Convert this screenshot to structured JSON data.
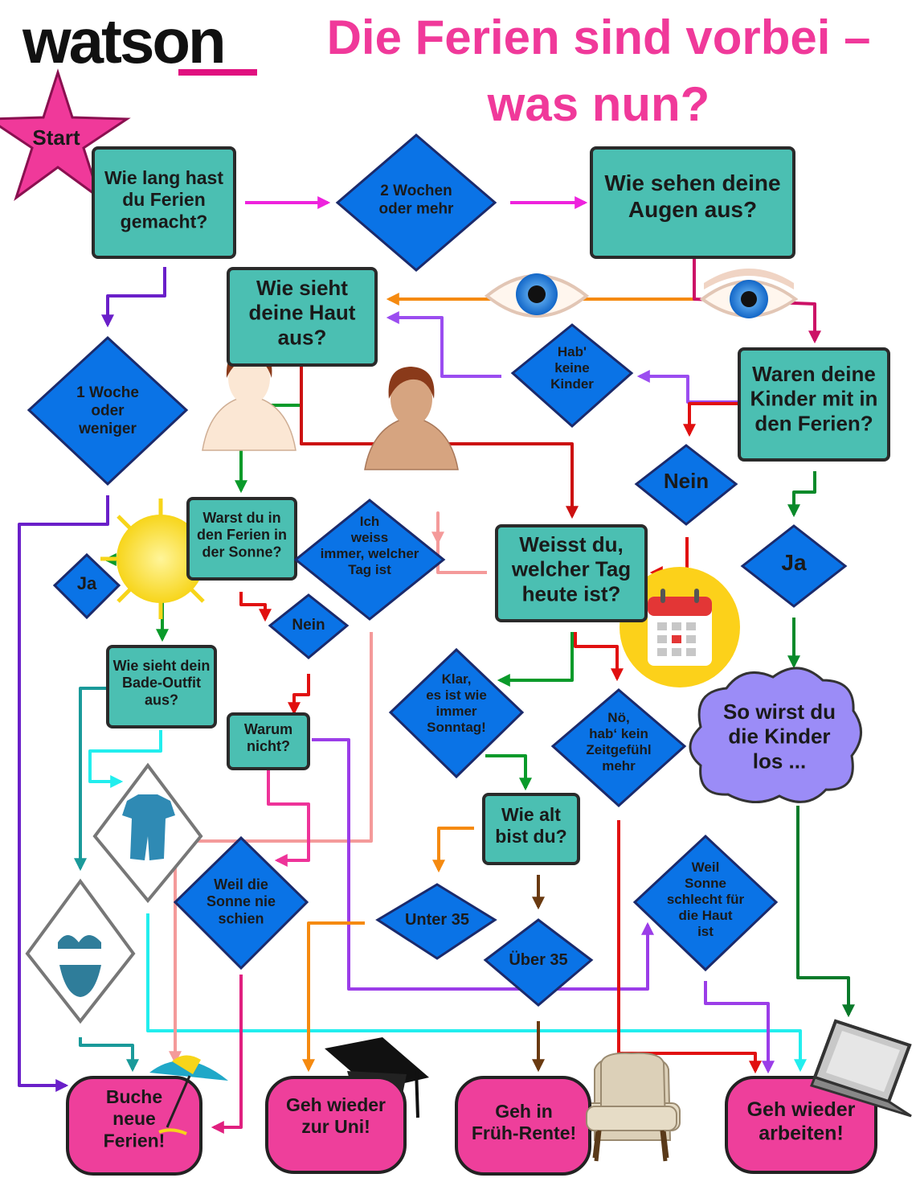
{
  "brand": "watson",
  "title_line1": "Die Ferien sind vorbei –",
  "title_line2": "was nun?",
  "start": "Start",
  "nodes": {
    "q_ferien": [
      "Wie lang hast",
      "du Ferien",
      "gemacht?"
    ],
    "a_2wochen": [
      "2 Wochen",
      "oder mehr"
    ],
    "q_augen": [
      "Wie sehen deine",
      "Augen aus?"
    ],
    "q_haut": [
      "Wie sieht",
      "deine Haut",
      "aus?"
    ],
    "a_1woche": [
      "1 Woche",
      "oder",
      "weniger"
    ],
    "a_keine_kinder": [
      "Hab'",
      "keine",
      "Kinder"
    ],
    "q_kinder": [
      "Waren deine",
      "Kinder mit in",
      "den Ferien?"
    ],
    "a_nein_kinder": [
      "Nein"
    ],
    "a_ja_kinder": [
      "Ja"
    ],
    "q_sonne": [
      "Warst du in",
      "den Ferien in",
      "der Sonne?"
    ],
    "a_weiss_tag": [
      "Ich",
      "weiss",
      "immer, welcher",
      "Tag ist"
    ],
    "q_tag": [
      "Weisst du,",
      "welcher Tag",
      "heute ist?"
    ],
    "a_ja_sonne": [
      "Ja"
    ],
    "a_nein_sonne": [
      "Nein"
    ],
    "q_bade": [
      "Wie sieht dein",
      "Bade-Outfit",
      "aus?"
    ],
    "q_warum": [
      "Warum",
      "nicht?"
    ],
    "a_sonntag": [
      "Klar,",
      "es ist wie",
      "immer",
      "Sonntag!"
    ],
    "a_zeitgefuehl": [
      "Nö,",
      "hab‘ kein",
      "Zeitgefühl",
      "mehr"
    ],
    "cloud_kinder": [
      "So wirst du",
      "die Kinder",
      "los ..."
    ],
    "q_alter": [
      "Wie alt",
      "bist du?"
    ],
    "a_sonne_nie": [
      "Weil die",
      "Sonne nie",
      "schien"
    ],
    "a_unter35": [
      "Unter 35"
    ],
    "a_ueber35": [
      "Über 35"
    ],
    "a_sonne_schlecht": [
      "Weil",
      "Sonne",
      "schlecht für",
      "die Haut",
      "ist"
    ]
  },
  "outcomes": {
    "ferien": [
      "Buche",
      "neue",
      "Ferien!"
    ],
    "uni": [
      "Geh wieder",
      "zur Uni!"
    ],
    "rente": [
      "Geh in",
      "Früh-Rente!"
    ],
    "arbeit": [
      "Geh wieder",
      "arbeiten!"
    ]
  },
  "colors": {
    "title": "#f0399a",
    "box": "#4bbfb2",
    "diamond": "#0a73e6",
    "outcome": "#ee3f9b",
    "cloud": "#9b8cf7"
  }
}
